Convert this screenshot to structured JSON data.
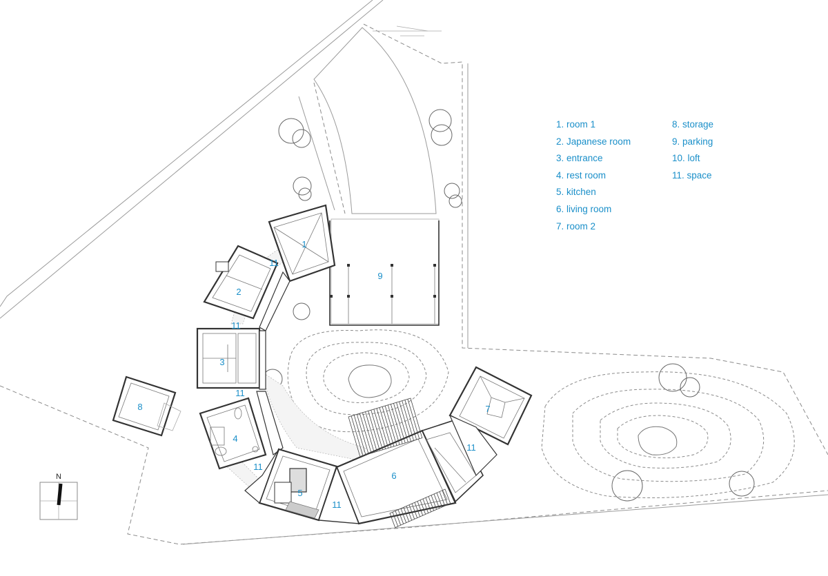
{
  "legend": {
    "left": [
      "1. room 1",
      "2. Japanese room",
      "3. entrance",
      "4. rest room",
      "5. kitchen",
      "6. living room",
      "7. room 2"
    ],
    "right": [
      "8. storage",
      "9. parking",
      "10. loft",
      "11. space"
    ]
  },
  "north_label": "N",
  "room_numbers": {
    "r1": "1",
    "r2": "2",
    "r3": "3",
    "r4": "4",
    "r5": "5",
    "r6": "6",
    "r7": "7",
    "r8": "8",
    "r9": "9",
    "s11a": "11",
    "s11b": "11",
    "s11c": "11",
    "s11d": "11",
    "s11e": "11",
    "s11f": "11"
  },
  "colors": {
    "label": "#1a8fc9",
    "wall": "#333333",
    "site_line": "#9a9a9a"
  }
}
